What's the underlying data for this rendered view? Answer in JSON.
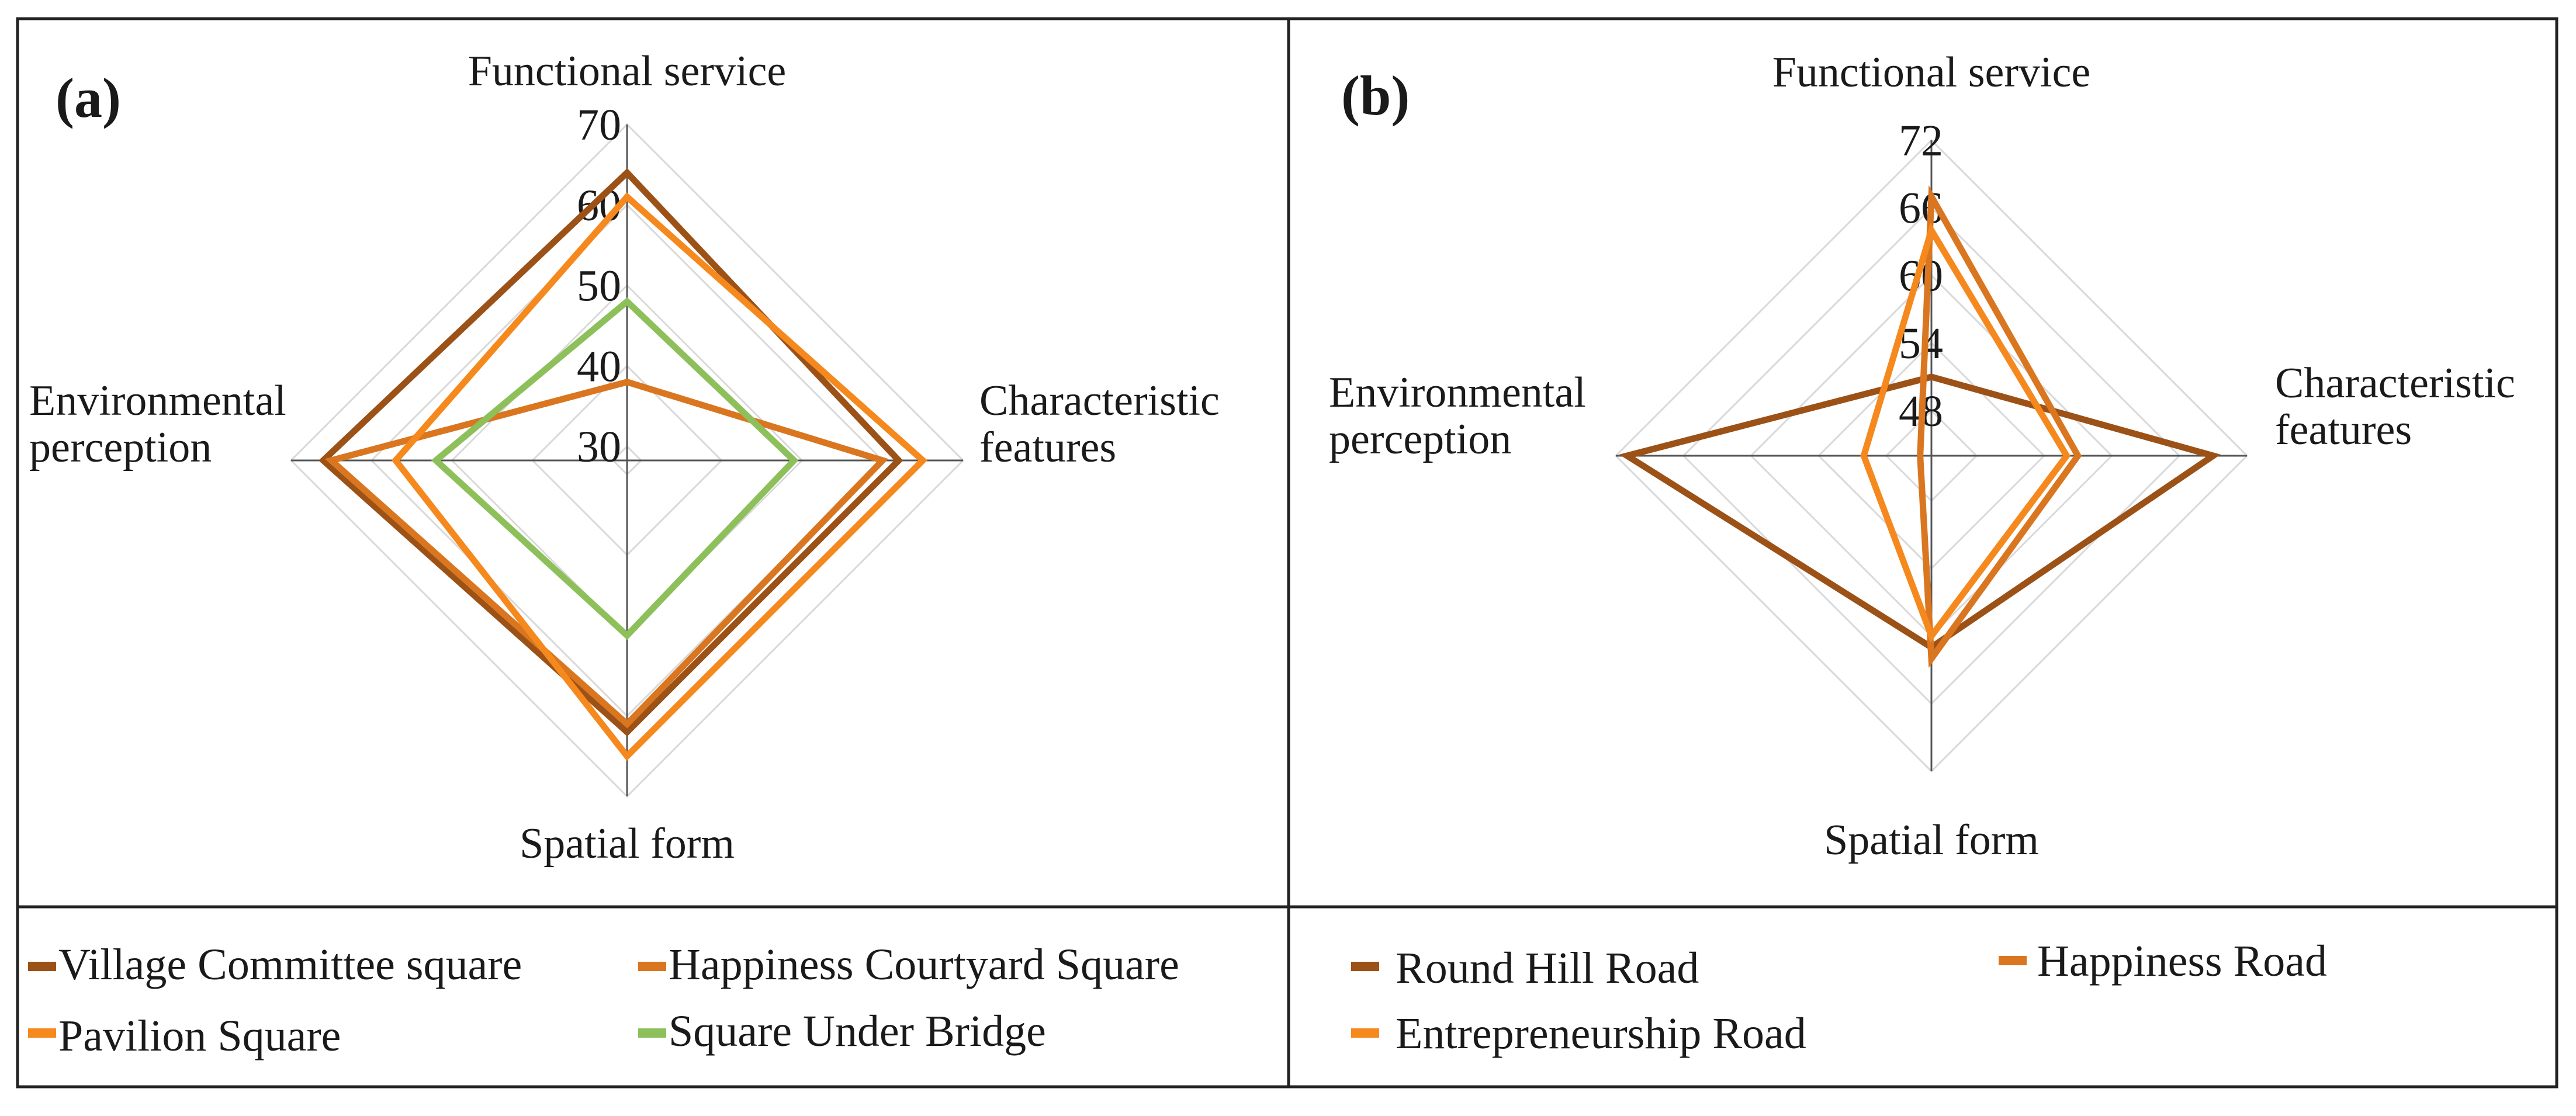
{
  "panels": [
    {
      "label": "(a)",
      "legend": [
        "Village Committee square",
        "Happiness Courtyard Square",
        "Pavilion Square",
        "Square Under Bridge"
      ]
    },
    {
      "label": "(b)",
      "legend": [
        "Round Hill Road",
        "Happiness Road",
        "Entrepreneurship Road"
      ]
    }
  ],
  "chart_data": [
    {
      "type": "radar",
      "axes": [
        "Functional service",
        "Characteristic features",
        "Spatial form",
        "Environmental perception"
      ],
      "axis_label_lines": [
        [
          "Functional service"
        ],
        [
          "Characteristic",
          "features"
        ],
        [
          "Spatial form"
        ],
        [
          "Environmental",
          "perception"
        ]
      ],
      "radial_ticks": [
        30,
        40,
        50,
        60,
        70
      ],
      "r_range": [
        30,
        70
      ],
      "grid": true,
      "series": [
        {
          "name": "Village Committee square",
          "color": "#9c5116",
          "values": [
            64,
            62,
            62,
            66
          ]
        },
        {
          "name": "Happiness Courtyard Square",
          "color": "#d9761f",
          "values": [
            38,
            60,
            61,
            65
          ]
        },
        {
          "name": "Pavilion Square",
          "color": "#f5891e",
          "values": [
            61,
            65,
            65,
            57
          ]
        },
        {
          "name": "Square Under Bridge",
          "color": "#8dc05a",
          "values": [
            48,
            49,
            50,
            52
          ]
        }
      ]
    },
    {
      "type": "radar",
      "axes": [
        "Functional service",
        "Characteristic features",
        "Spatial form",
        "Environmental perception"
      ],
      "axis_label_lines": [
        [
          "Functional service"
        ],
        [
          "Characteristic",
          "features"
        ],
        [
          "Spatial form"
        ],
        [
          "Environmental",
          "perception"
        ]
      ],
      "radial_ticks": [
        48,
        54,
        60,
        66,
        72
      ],
      "r_range": [
        44,
        72
      ],
      "grid": true,
      "series": [
        {
          "name": "Round Hill Road",
          "color": "#9c5116",
          "values": [
            51,
            69,
            61,
            71
          ]
        },
        {
          "name": "Happiness Road",
          "color": "#d9761f",
          "values": [
            67,
            57,
            62,
            45
          ]
        },
        {
          "name": "Entrepreneurship Road",
          "color": "#f5891e",
          "values": [
            64,
            56,
            60,
            50
          ]
        }
      ]
    }
  ]
}
